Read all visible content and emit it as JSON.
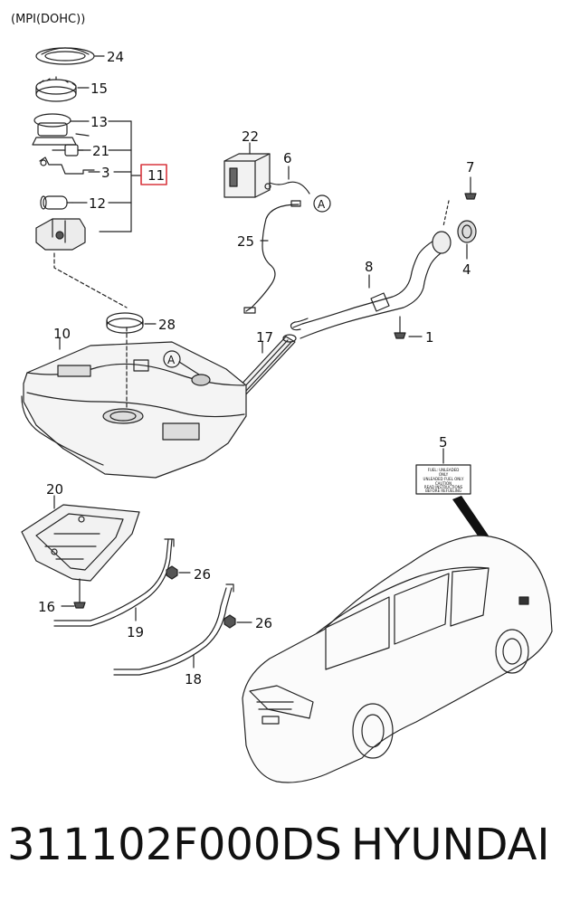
{
  "header": {
    "variant": "(MPI(DOHC))"
  },
  "callouts": {
    "c24": "24",
    "c15": "15",
    "c13": "13",
    "c21": "21",
    "c3": "3",
    "c11": "11",
    "c12": "12",
    "c22": "22",
    "c6": "6",
    "c7": "7",
    "c25": "25",
    "c4": "4",
    "c8": "8",
    "c28": "28",
    "c10": "10",
    "c17": "17",
    "c1": "1",
    "c5": "5",
    "c20": "20",
    "c26a": "26",
    "c16": "16",
    "c19": "19",
    "c26b": "26",
    "c18": "18",
    "refA1": "A",
    "refA2": "A"
  },
  "label_plate": {
    "line1": "FUEL: UNLEADED",
    "line2": "ONLY",
    "line3": "UNLEADED FUEL ONLY",
    "line4": "CAUTION",
    "line5": "READ INSTRUCTIONS",
    "line6": "BEFORE REFUELING"
  },
  "footer": {
    "part_number": "311102F000DS",
    "brand": "HYUNDAI"
  },
  "colors": {
    "line": "#222222",
    "highlight": "#d9363e",
    "fill_dark": "#555555",
    "fill_light": "#e8e8e8"
  }
}
